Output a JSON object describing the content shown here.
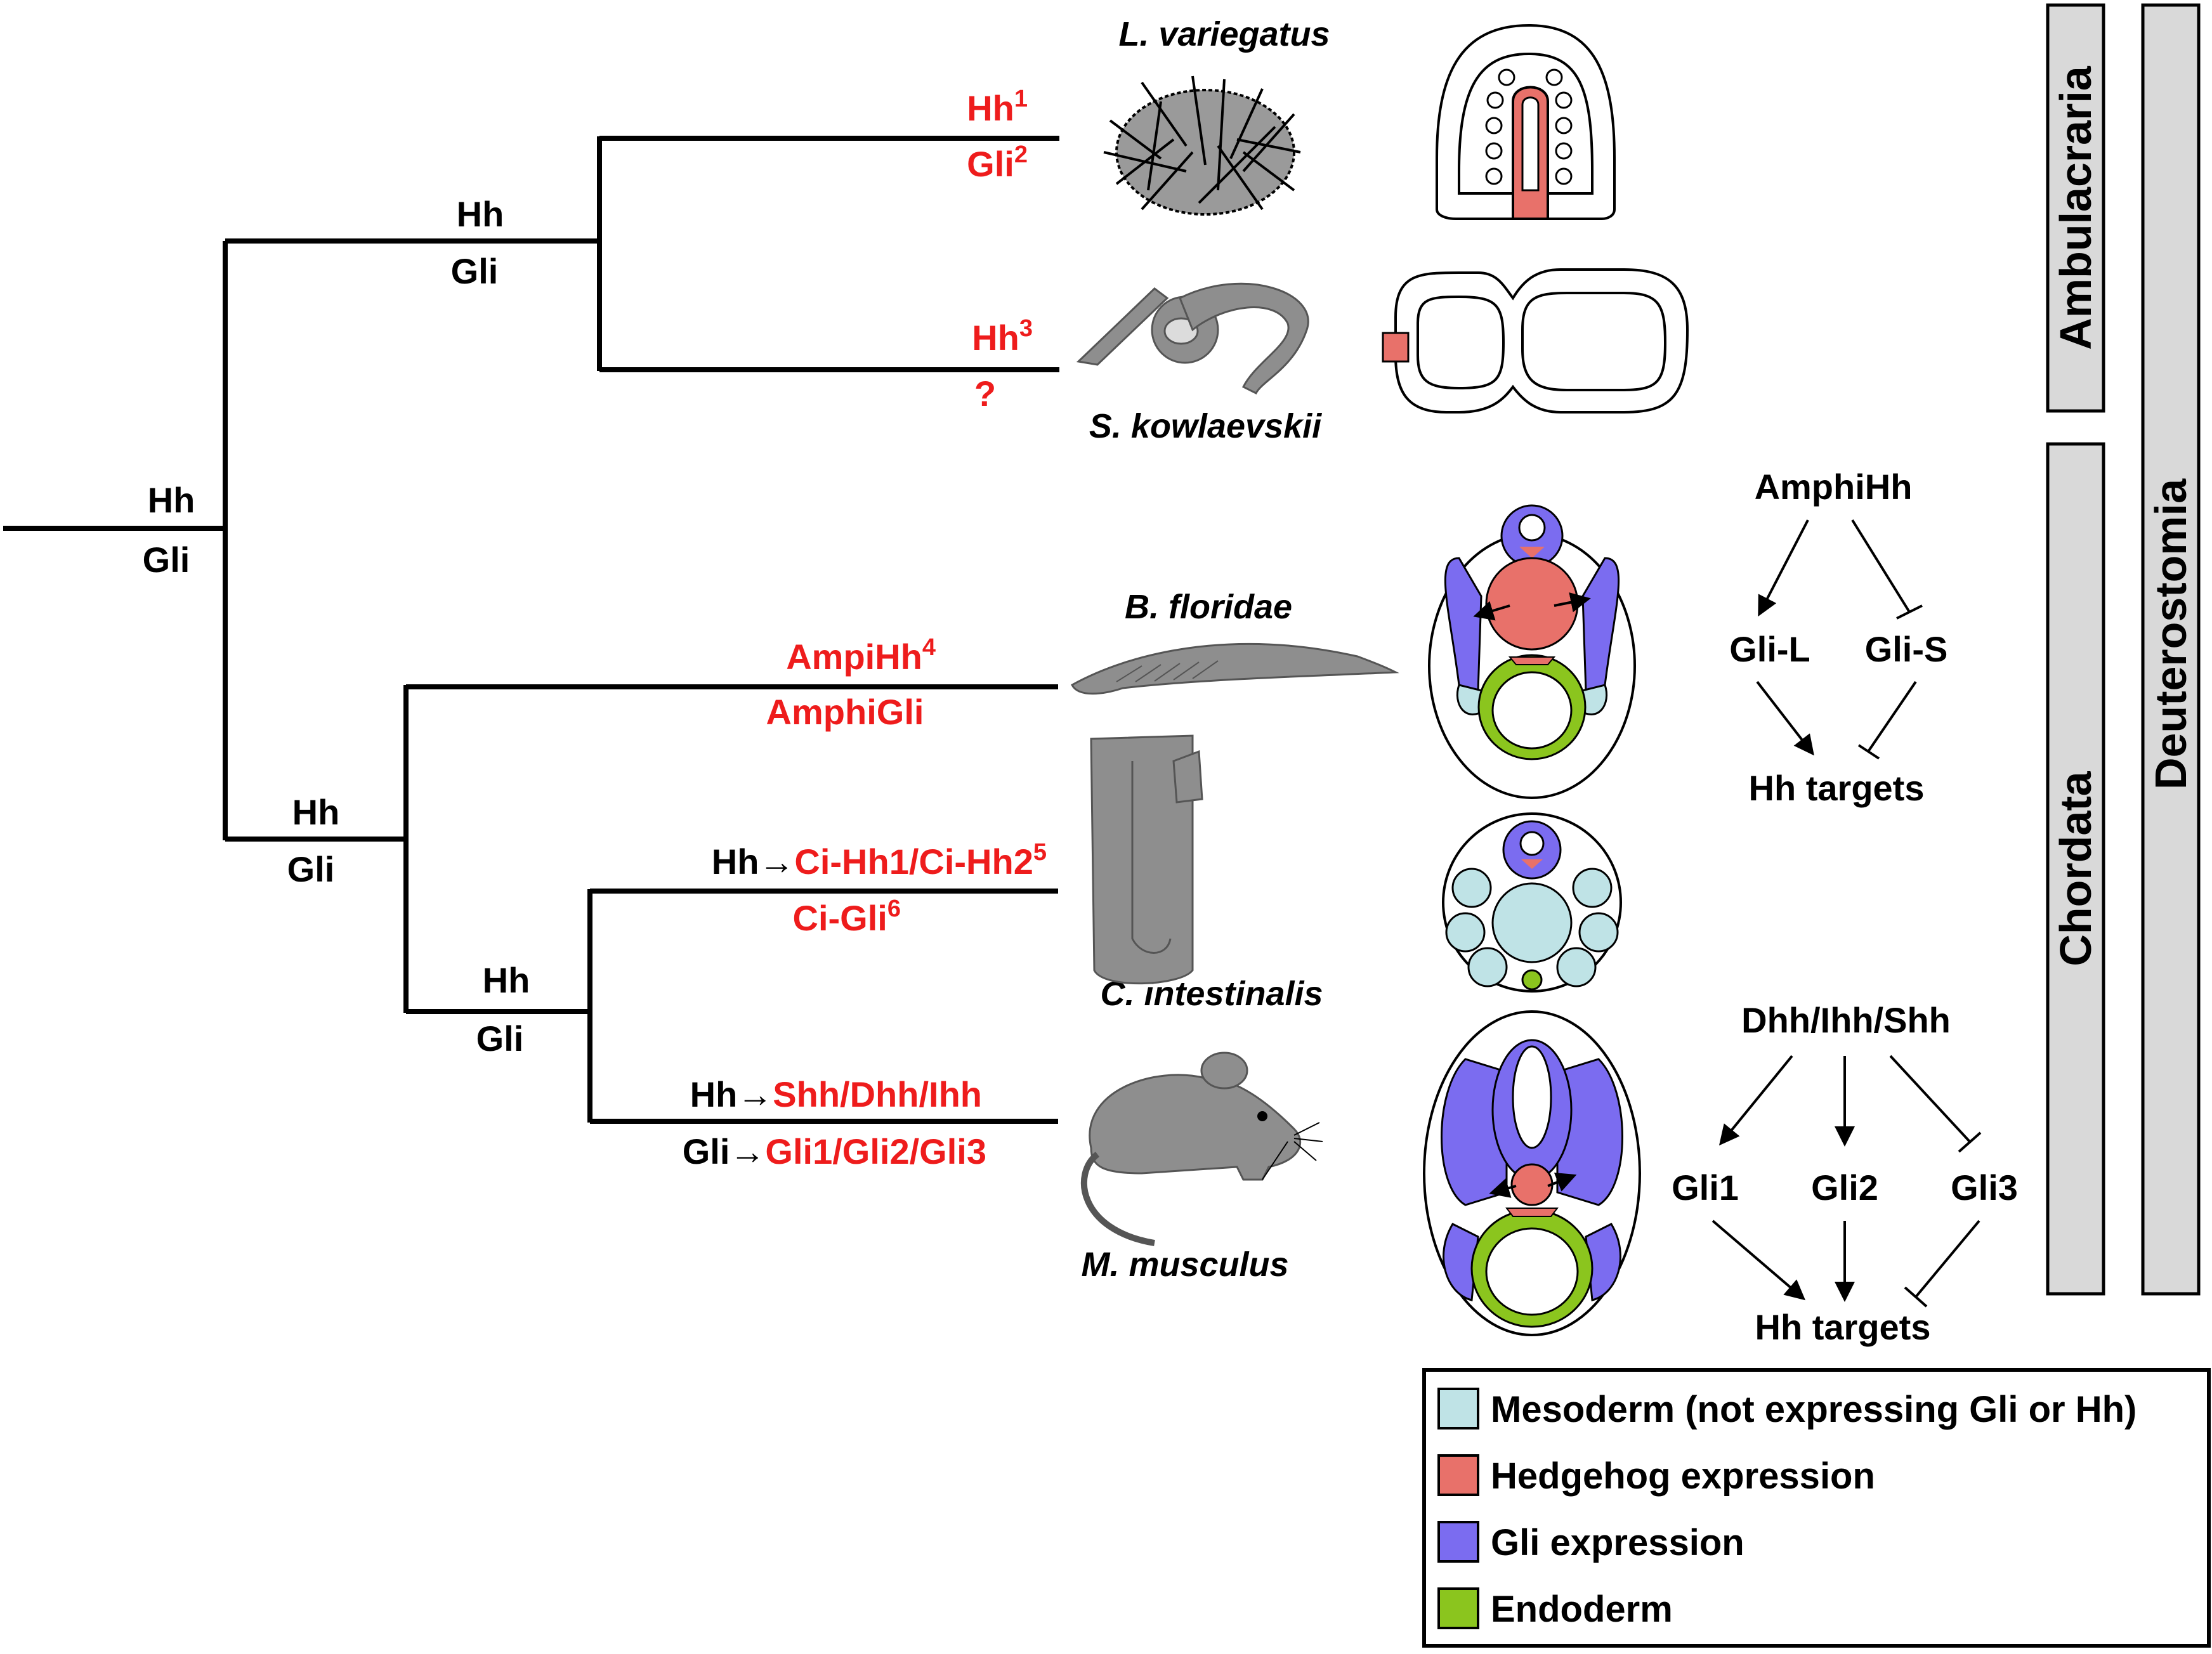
{
  "root": {
    "top": "Hh",
    "bottom": "Gli"
  },
  "nodes": {
    "ambulacraria": {
      "top": "Hh",
      "bottom": "Gli"
    },
    "chordata": {
      "top": "Hh",
      "bottom": "Gli"
    },
    "olfactores": {
      "top": "Hh",
      "bottom": "Gli"
    }
  },
  "taxa": [
    {
      "species": "L. variegatus",
      "top": "Hh",
      "top_sup": "1",
      "bottom": "Gli",
      "bottom_sup": "2"
    },
    {
      "species": "S. kowlaevskii",
      "top": "Hh",
      "top_sup": "3",
      "bottom": "?"
    },
    {
      "species": "B. floridae",
      "top": "AmpiHh",
      "top_sup": "4",
      "bottom": "AmphiGli"
    },
    {
      "species": "C. intestinalis",
      "top_prefix": "Hh→",
      "top": "Ci-Hh1/Ci-Hh2",
      "top_sup": "5",
      "bottom": "Ci-Gli",
      "bottom_sup": "6"
    },
    {
      "species": "M. musculus",
      "top_prefix": "Hh→",
      "top": "Shh/Dhh/Ihh",
      "bottom_prefix": "Gli→",
      "bottom": "Gli1/Gli2/Gli3"
    }
  ],
  "network_amphioxus": {
    "ligand": "AmphiHh",
    "activator": "Gli-L",
    "repressor": "Gli-S",
    "targets": "Hh targets"
  },
  "network_mouse": {
    "ligand": "Dhh/Ihh/Shh",
    "g1": "Gli1",
    "g2": "Gli2",
    "g3": "Gli3",
    "targets": "Hh targets"
  },
  "groups": {
    "ambulacraria": "Ambulacraria",
    "chordata": "Chordata",
    "deuterostomia": "Deuterostomia"
  },
  "legend": [
    {
      "label": "Mesoderm (not expressing Gli or Hh)",
      "color": "#bfe3e6"
    },
    {
      "label": "Hedgehog expression",
      "color": "#e8716a"
    },
    {
      "label": "Gli expression",
      "color": "#7b6cf0"
    },
    {
      "label": "Endoderm",
      "color": "#8bc51e"
    }
  ],
  "colors": {
    "hedgehog": "#e8716a",
    "gli": "#7b6cf0",
    "mesoderm": "#bfe3e6",
    "endoderm": "#8bc51e",
    "highlight": "#ee1c1c",
    "band": "#d9d9d9",
    "organism": "#8e8e8e"
  }
}
